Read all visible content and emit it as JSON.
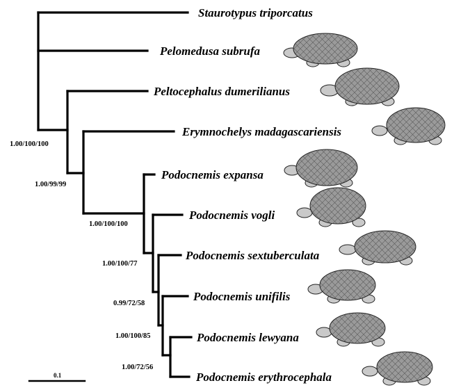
{
  "taxa": [
    {
      "label": "Staurotypus triporcatus",
      "illustrated": false,
      "illustration_name": ""
    },
    {
      "label": "Pelomedusa subrufa",
      "illustrated": true,
      "illustration_name": "pelomedusa-turtle-illustration"
    },
    {
      "label": "Peltocephalus dumerilianus",
      "illustrated": true,
      "illustration_name": "peltocephalus-turtle-illustration"
    },
    {
      "label": "Erymnochelys madagascariensis",
      "illustrated": true,
      "illustration_name": "erymnochelys-turtle-illustration"
    },
    {
      "label": "Podocnemis expansa",
      "illustrated": true,
      "illustration_name": "expansa-turtle-illustration"
    },
    {
      "label": "Podocnemis vogli",
      "illustrated": true,
      "illustration_name": "vogli-turtle-illustration"
    },
    {
      "label": "Podocnemis sextuberculata",
      "illustrated": true,
      "illustration_name": "sextuberculata-turtle-illustration"
    },
    {
      "label": "Podocnemis unifilis",
      "illustrated": true,
      "illustration_name": "unifilis-turtle-illustration"
    },
    {
      "label": "Podocnemis lewyana",
      "illustrated": true,
      "illustration_name": "lewyana-turtle-illustration"
    },
    {
      "label": "Podocnemis erythrocephala",
      "illustrated": true,
      "illustration_name": "erythrocephala-turtle-illustration"
    }
  ],
  "support_values": [
    "1.00/100/100",
    "1.00/99/99",
    "1.00/100/100",
    "1.00/100/77",
    "0.99/72/58",
    "1.00/100/85",
    "1.00/72/56"
  ],
  "scale_bar": {
    "label": "0.1"
  },
  "colors": {
    "branch": "#000000",
    "text": "#000000",
    "background": "#ffffff"
  }
}
